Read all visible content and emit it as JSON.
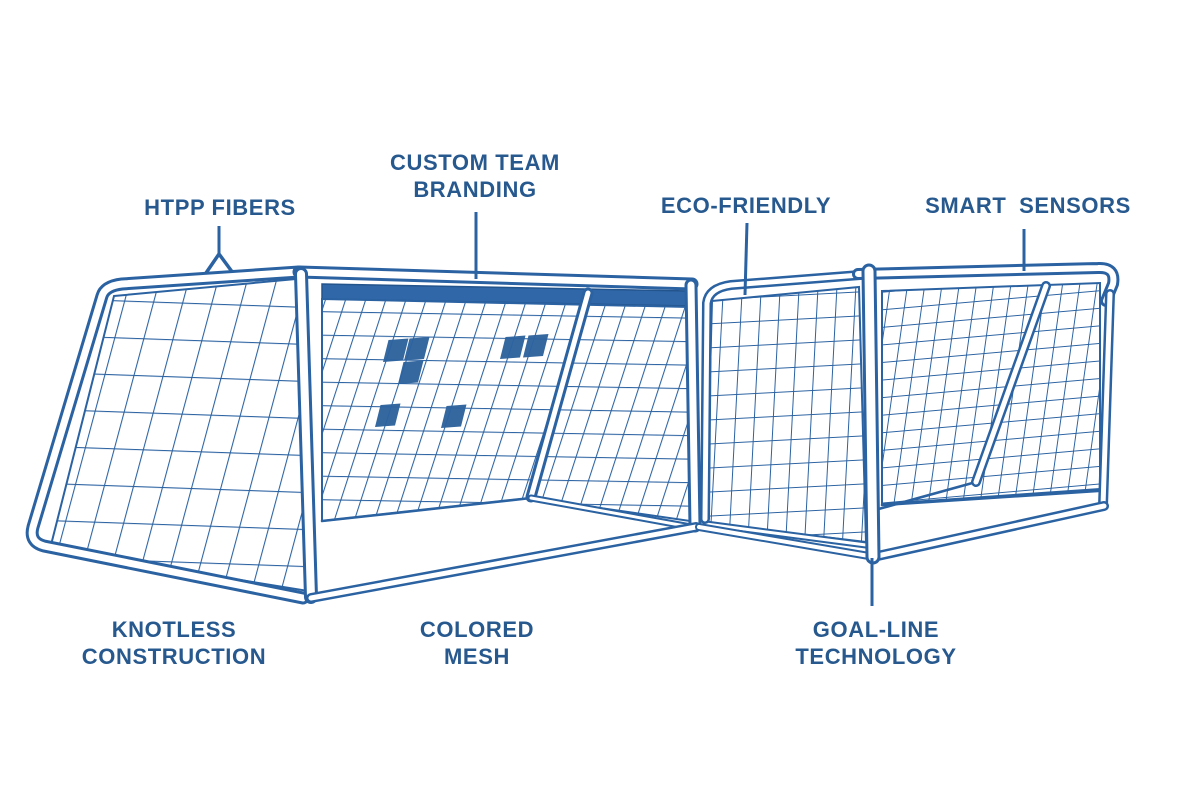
{
  "diagram": {
    "type": "annotated-product-illustration",
    "subject": "soccer goal features",
    "background": "#ffffff"
  },
  "colors": {
    "outline": "#2b62a1",
    "label_text": "#27598f",
    "branding_band": "#2f67a8",
    "mesh_highlight": "#35689f"
  },
  "labels": {
    "htpp_fibers": "HTPP FIBERS",
    "custom_branding_line1": "CUSTOM TEAM",
    "custom_branding_line2": "BRANDING",
    "eco_friendly": "ECO-FRIENDLY",
    "smart_sensors": "SMART SENSORS",
    "knotless_line1": "KNOTLESS",
    "knotless_line2": "CONSTRUCTION",
    "colored_mesh_line1": "COLORED",
    "colored_mesh_line2": "MESH",
    "goal_line_line1": "GOAL-LINE",
    "goal_line_line2": "TECHNOLOGY"
  }
}
